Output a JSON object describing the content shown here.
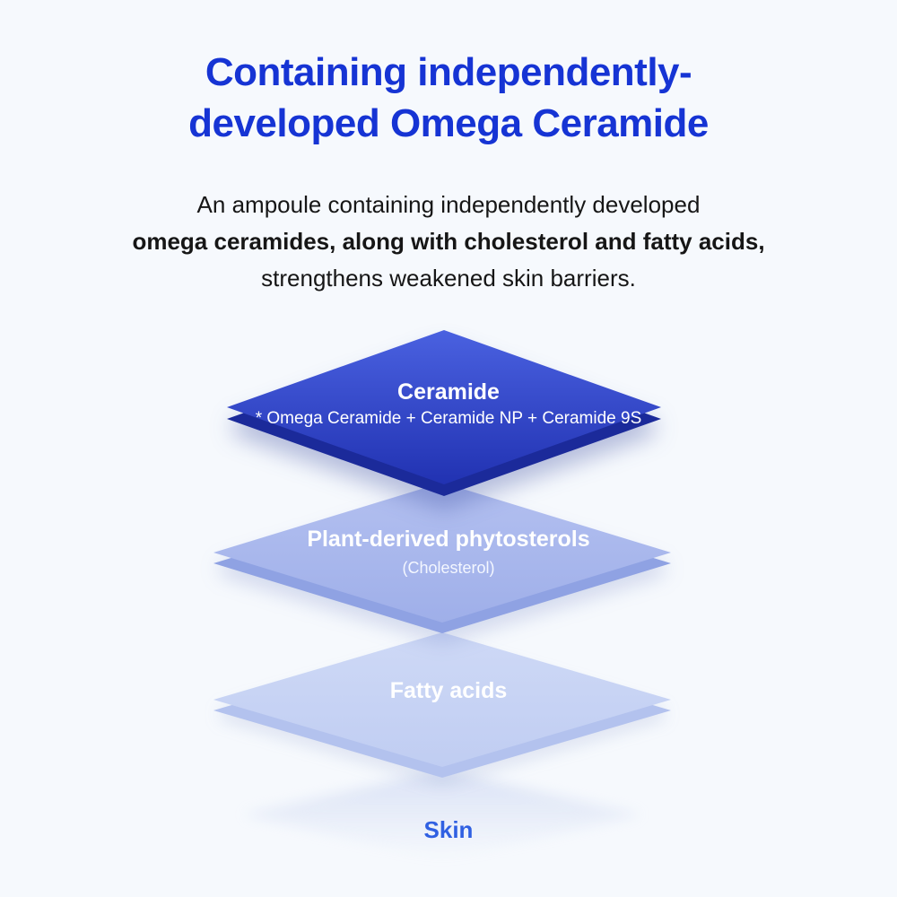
{
  "title": {
    "line1": "Containing independently-",
    "line2": "developed Omega Ceramide"
  },
  "description": {
    "line1": "An ampoule containing independently developed",
    "line2_bold": "omega ceramides, along with cholesterol and fatty acids,",
    "line3": "strengthens weakened skin barriers."
  },
  "layers": [
    {
      "name": "Ceramide",
      "subtitle": "* Omega Ceramide + Ceramide NP + Ceramide 9S",
      "face_color_top": "#4a61e0",
      "face_color_bottom": "#2132b2",
      "side_color": "#1b2a9a"
    },
    {
      "name": "Plant-derived phytosterols",
      "subtitle": "(Cholesterol)",
      "face_color_top": "#b3c0f0",
      "face_color_bottom": "#9fafe9",
      "side_color": "#8fa2e3"
    },
    {
      "name": "Fatty acids",
      "subtitle": "",
      "face_color_top": "#ced9f6",
      "face_color_bottom": "#c0cdf2",
      "side_color": "#b3c2ee"
    }
  ],
  "base_label": "Skin",
  "colors": {
    "background": "#f6f9fd",
    "title_blue": "#1634d4",
    "body_text": "#161616",
    "skin_label_blue": "#3060e2",
    "layer_text": "#ffffff"
  }
}
